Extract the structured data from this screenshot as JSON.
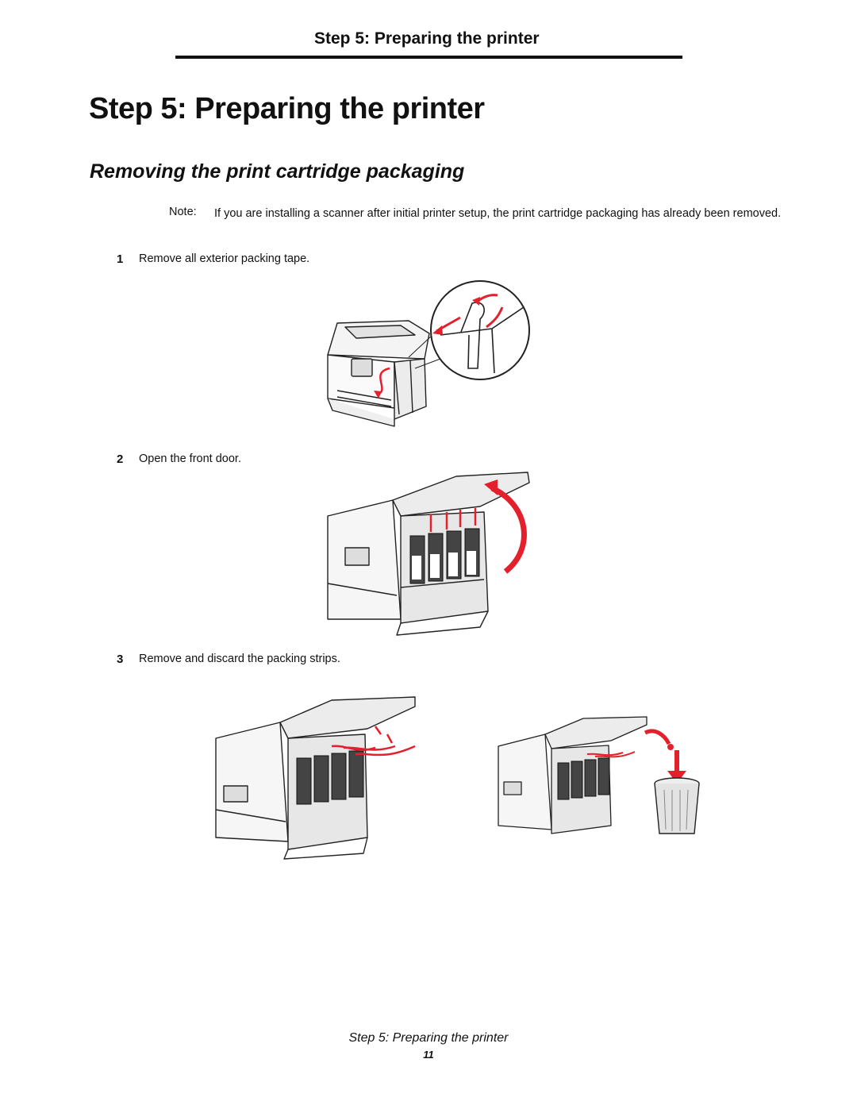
{
  "header": {
    "running_title": "Step 5: Preparing the printer"
  },
  "page": {
    "title": "Step 5: Preparing the printer",
    "section_title": "Removing the print cartridge packaging",
    "note": {
      "label": "Note:",
      "text": "If you are installing a scanner after initial printer setup, the print cartridge packaging has already been removed."
    },
    "steps": [
      {
        "number": "1",
        "text": "Remove all exterior packing tape."
      },
      {
        "number": "2",
        "text": "Open the front door."
      },
      {
        "number": "3",
        "text": "Remove and discard the packing strips."
      }
    ]
  },
  "footer": {
    "title": "Step 5: Preparing the printer",
    "page_number": "11"
  },
  "colors": {
    "arrow": "#e4202c",
    "line": "#222222",
    "shade": "#e9e9e9"
  }
}
